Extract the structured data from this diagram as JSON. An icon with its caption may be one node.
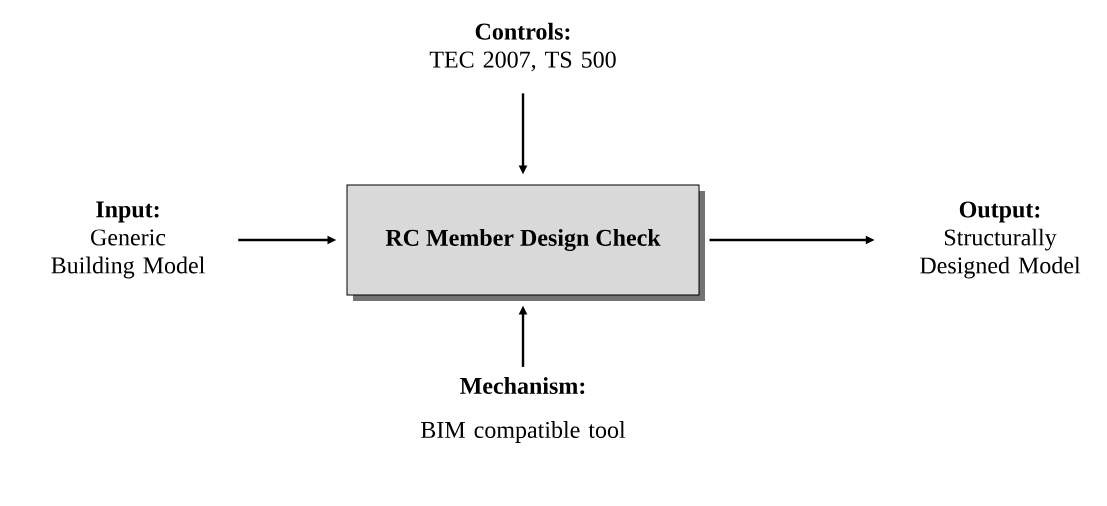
{
  "diagram": {
    "nodes": [
      {
        "text": [
          "Input:",
          "Generic Building Model"
        ]
      },
      {
        "text": [
          "RC Member Design Check"
        ]
      },
      {
        "text": [
          "Output:",
          "Structurally Designed Model"
        ]
      },
      {
        "text": [
          "Controls:",
          "TEC 2007, TS 500"
        ]
      },
      {
        "text": [
          "Mechanism:",
          "BIM compatible tool"
        ]
      }
    ],
    "edges": [
      {
        "from": 0,
        "to": 1,
        "arrow": "to"
      },
      {
        "from": 1,
        "to": 2,
        "arrow": "to"
      },
      {
        "from": 3,
        "to": 1,
        "arrow": "to"
      },
      {
        "from": 4,
        "to": 1,
        "arrow": "to"
      }
    ]
  }
}
